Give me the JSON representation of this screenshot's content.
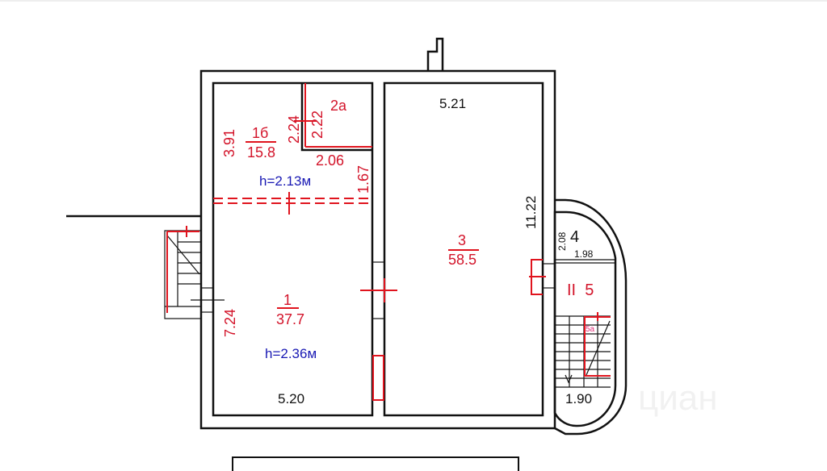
{
  "rooms": {
    "r1b": {
      "number": "1б",
      "area": "15.8",
      "height": "h=2.13м",
      "dim_left": "3.91",
      "dim_bottom": "2.06",
      "dim_right": "1.67"
    },
    "r2a": {
      "number": "2а",
      "dim_a": "2.24",
      "dim_b": "2.22"
    },
    "r1": {
      "number": "1",
      "area": "37.7",
      "height": "h=2.36м",
      "dim_left": "7.24",
      "dim_bottom": "5.20"
    },
    "r3": {
      "number": "3",
      "area": "58.5",
      "dim_top": "5.21",
      "dim_right": "11.22"
    },
    "r4": {
      "number": "4",
      "dim_a": "2.08",
      "dim_b": "1.98"
    },
    "r5": {
      "label": "II  5",
      "sub": "5а",
      "dim_bottom": "1.90"
    }
  },
  "watermark": "циан",
  "colors": {
    "wall": "#111111",
    "red": "#d3142a",
    "blue": "#1a1ab4"
  }
}
